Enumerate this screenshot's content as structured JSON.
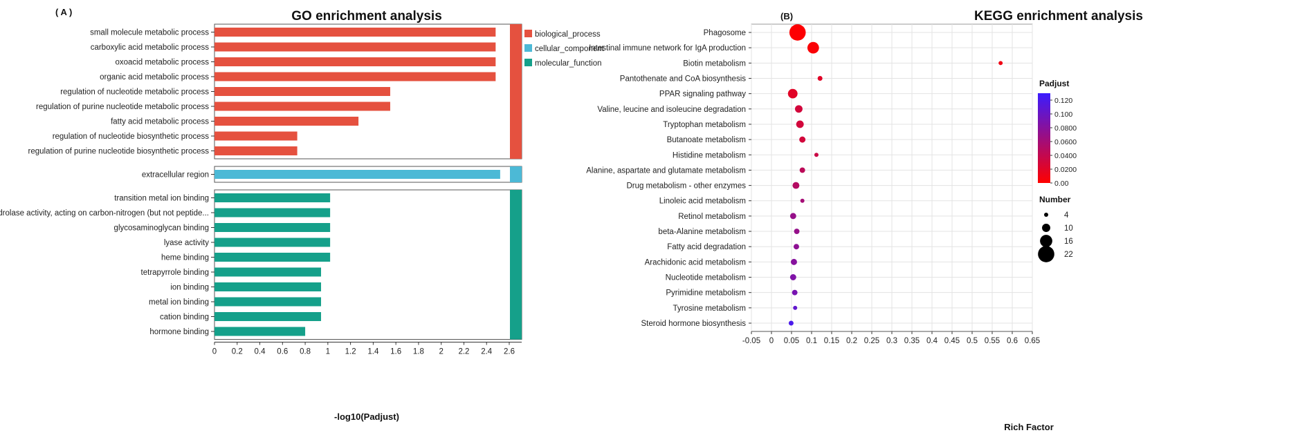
{
  "chart_data": [
    {
      "type": "bar",
      "panel_label": "( A )",
      "title": "GO enrichment analysis",
      "xlabel": "-log10(Padjust)",
      "xlim": [
        0,
        2.6
      ],
      "xticks": [
        "0",
        "0.2",
        "0.4",
        "0.6",
        "0.8",
        "1",
        "1.2",
        "1.4",
        "1.6",
        "1.8",
        "2",
        "2.2",
        "2.4",
        "2.6"
      ],
      "groups": [
        {
          "name": "biological_process",
          "color": "#e5513f",
          "categories": [
            "small molecule metabolic process",
            "carboxylic acid metabolic process",
            "oxoacid metabolic process",
            "organic acid metabolic process",
            "regulation of nucleotide metabolic process",
            "regulation of purine nucleotide metabolic process",
            "fatty acid metabolic process",
            "regulation of nucleotide biosynthetic process",
            "regulation of purine nucleotide biosynthetic process"
          ],
          "values": [
            2.48,
            2.48,
            2.48,
            2.48,
            1.55,
            1.55,
            1.27,
            0.73,
            0.73
          ]
        },
        {
          "name": "cellular_component",
          "color": "#4cb9d6",
          "categories": [
            "extracellular region"
          ],
          "values": [
            2.52
          ]
        },
        {
          "name": "molecular_function",
          "color": "#15a08a",
          "categories": [
            "transition metal ion binding",
            "hydrolase activity, acting on carbon-nitrogen (but not peptide...",
            "glycosaminoglycan binding",
            "lyase activity",
            "heme binding",
            "tetrapyrrole binding",
            "ion binding",
            "metal ion binding",
            "cation binding",
            "hormone binding"
          ],
          "values": [
            1.02,
            1.02,
            1.02,
            1.02,
            1.02,
            0.94,
            0.94,
            0.94,
            0.94,
            0.8
          ]
        }
      ],
      "legend_placement": "top-right"
    },
    {
      "type": "scatter",
      "panel_label": "(B)",
      "title": "KEGG enrichment analysis",
      "xlabel": "Rich Factor",
      "xlim": [
        -0.05,
        0.65
      ],
      "xticks": [
        "-0.05",
        "0",
        "0.05",
        "0.1",
        "0.15",
        "0.2",
        "0.25",
        "0.3",
        "0.35",
        "0.4",
        "0.45",
        "0.5",
        "0.55",
        "0.6",
        "0.65"
      ],
      "grid": true,
      "points": [
        {
          "category": "Phagosome",
          "x": 0.065,
          "number": 22,
          "padjust": 0.001
        },
        {
          "category": "Intestinal immune network for IgA production",
          "x": 0.104,
          "number": 15,
          "padjust": 0.003
        },
        {
          "category": "Biotin metabolism",
          "x": 0.571,
          "number": 4,
          "padjust": 0.01
        },
        {
          "category": "Pantothenate and CoA biosynthesis",
          "x": 0.121,
          "number": 5,
          "padjust": 0.02
        },
        {
          "category": "PPAR signaling pathway",
          "x": 0.053,
          "number": 12,
          "padjust": 0.02
        },
        {
          "category": "Valine, leucine and isoleucine degradation",
          "x": 0.068,
          "number": 9,
          "padjust": 0.03
        },
        {
          "category": "Tryptophan metabolism",
          "x": 0.071,
          "number": 9,
          "padjust": 0.03
        },
        {
          "category": "Butanoate metabolism",
          "x": 0.077,
          "number": 7,
          "padjust": 0.03
        },
        {
          "category": "Histidine metabolism",
          "x": 0.112,
          "number": 4,
          "padjust": 0.035
        },
        {
          "category": "Alanine, aspartate and glutamate metabolism",
          "x": 0.077,
          "number": 6,
          "padjust": 0.045
        },
        {
          "category": "Drug metabolism - other enzymes",
          "x": 0.061,
          "number": 8,
          "padjust": 0.05
        },
        {
          "category": "Linoleic acid metabolism",
          "x": 0.077,
          "number": 4,
          "padjust": 0.06
        },
        {
          "category": "Retinol metabolism",
          "x": 0.054,
          "number": 7,
          "padjust": 0.07
        },
        {
          "category": "beta-Alanine metabolism",
          "x": 0.063,
          "number": 6,
          "padjust": 0.07
        },
        {
          "category": "Fatty acid degradation",
          "x": 0.062,
          "number": 6,
          "padjust": 0.075
        },
        {
          "category": "Arachidonic acid metabolism",
          "x": 0.056,
          "number": 7,
          "padjust": 0.08
        },
        {
          "category": "Nucleotide metabolism",
          "x": 0.054,
          "number": 7,
          "padjust": 0.085
        },
        {
          "category": "Pyrimidine metabolism",
          "x": 0.058,
          "number": 6,
          "padjust": 0.09
        },
        {
          "category": "Tyrosine metabolism",
          "x": 0.059,
          "number": 4,
          "padjust": 0.105
        },
        {
          "category": "Steroid hormone biosynthesis",
          "x": 0.049,
          "number": 5,
          "padjust": 0.12
        }
      ],
      "color_legend": {
        "title": "Padjust",
        "ticks": [
          "0.120",
          "0.100",
          "0.0800",
          "0.0600",
          "0.0400",
          "0.0200",
          "0.00"
        ],
        "range": [
          0,
          0.13
        ],
        "low_color": "#ff0000",
        "high_color": "#3b1cff"
      },
      "size_legend": {
        "title": "Number",
        "values": [
          4,
          10,
          16,
          22
        ]
      }
    }
  ]
}
